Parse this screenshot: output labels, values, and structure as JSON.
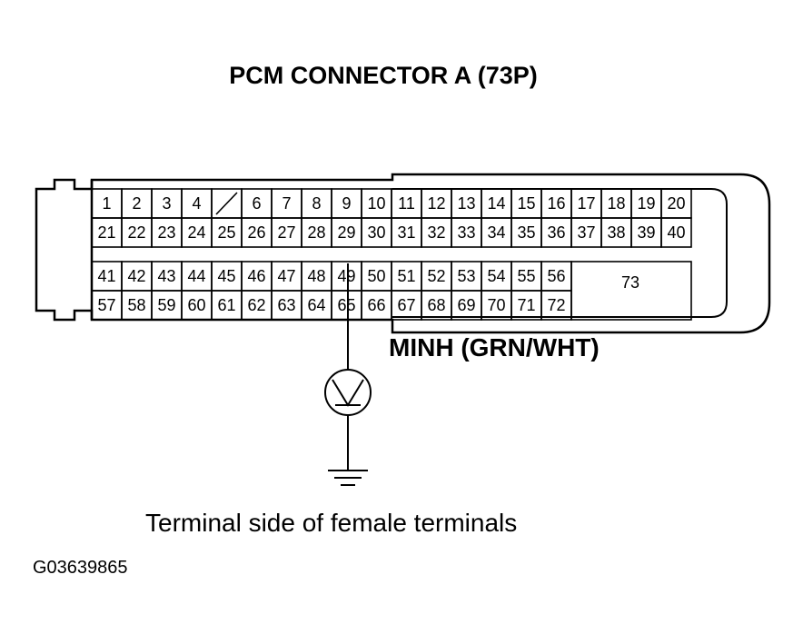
{
  "title": "PCM CONNECTOR A (73P)",
  "wire_label": "MINH (GRN/WHT)",
  "caption": "Terminal side of female terminals",
  "figure_id": "G03639865",
  "connector": {
    "row1": [
      "1",
      "2",
      "3",
      "4",
      "",
      "6",
      "7",
      "8",
      "9",
      "10",
      "11",
      "12",
      "13",
      "14",
      "15",
      "16",
      "17",
      "18",
      "19",
      "20"
    ],
    "row2": [
      "21",
      "22",
      "23",
      "24",
      "25",
      "26",
      "27",
      "28",
      "29",
      "30",
      "31",
      "32",
      "33",
      "34",
      "35",
      "36",
      "37",
      "38",
      "39",
      "40"
    ],
    "row3": [
      "41",
      "42",
      "43",
      "44",
      "45",
      "46",
      "47",
      "48",
      "49",
      "50",
      "51",
      "52",
      "53",
      "54",
      "55",
      "56"
    ],
    "row4": [
      "57",
      "58",
      "59",
      "60",
      "61",
      "62",
      "63",
      "64",
      "65",
      "66",
      "67",
      "68",
      "69",
      "70",
      "71",
      "72"
    ],
    "large_pin": "73",
    "blank_pin_marker": "diagonal-slash"
  },
  "probe_terminal": "65",
  "meter_icon": "voltmeter-icon",
  "ground_icon": "ground-icon"
}
